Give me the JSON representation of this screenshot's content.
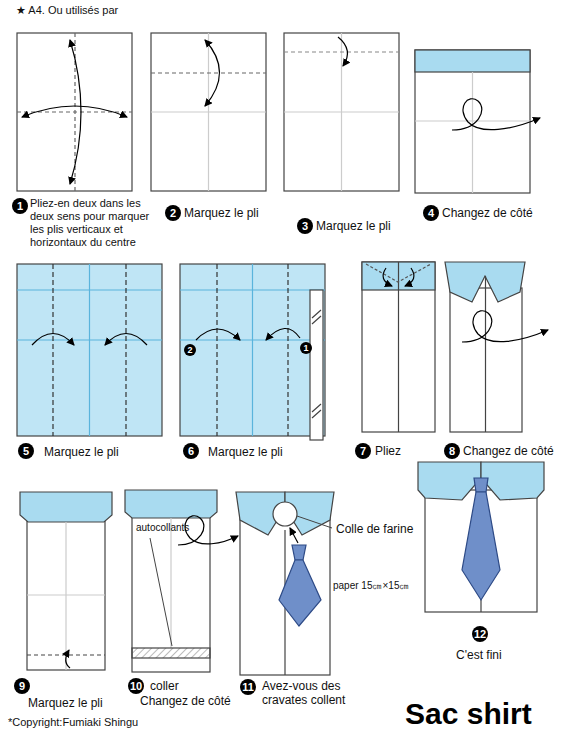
{
  "diagram": {
    "title": "Sac shirt",
    "labels": [
      "★ A4. Ou utilisés par",
      "1",
      "Pliez-en deux dans les deux sens pour marquer les plis verticaux et horizontaux du centre",
      "2",
      "Marquez le pli",
      "3",
      "Marquez le pli",
      "4",
      "Changez de côté",
      "5",
      "Marquez le pli",
      "6",
      "Marquez le pli",
      "2",
      "1",
      "7",
      "Pliez",
      "8",
      "Changez de côté",
      "9",
      "Marquez le pli",
      "10",
      "coller",
      "Changez de côté",
      "autocollants",
      "11",
      "Avez-vous des cravates collent",
      "Colle de farine",
      "paper 15㎝×15㎝",
      "12",
      "C'est fini",
      "*Copyright:Fumiaki Shingu"
    ]
  }
}
